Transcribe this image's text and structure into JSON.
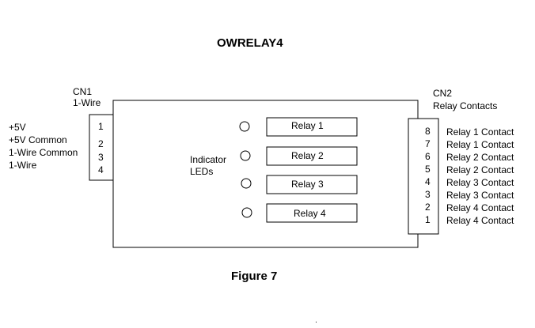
{
  "title": "OWRELAY4",
  "caption": "Figure 7",
  "cn1": {
    "name": "CN1",
    "type": "1-Wire",
    "pins": [
      "1",
      "2",
      "3",
      "4"
    ],
    "signals": [
      "+5V",
      "+5V Common",
      "1-Wire Common",
      "1-Wire"
    ]
  },
  "cn2": {
    "name": "CN2",
    "type": "Relay Contacts",
    "pins": [
      "8",
      "7",
      "6",
      "5",
      "4",
      "3",
      "2",
      "1"
    ],
    "signals": [
      "Relay 1 Contact",
      "Relay 1 Contact",
      "Relay 2 Contact",
      "Relay 2 Contact",
      "Relay 3 Contact",
      "Relay 3 Contact",
      "Relay 4 Contact",
      "Relay 4 Contact"
    ]
  },
  "indicator": {
    "line1": "Indicator",
    "line2": "LEDs"
  },
  "relays": [
    "Relay 1",
    "Relay 2",
    "Relay 3",
    "Relay 4"
  ]
}
